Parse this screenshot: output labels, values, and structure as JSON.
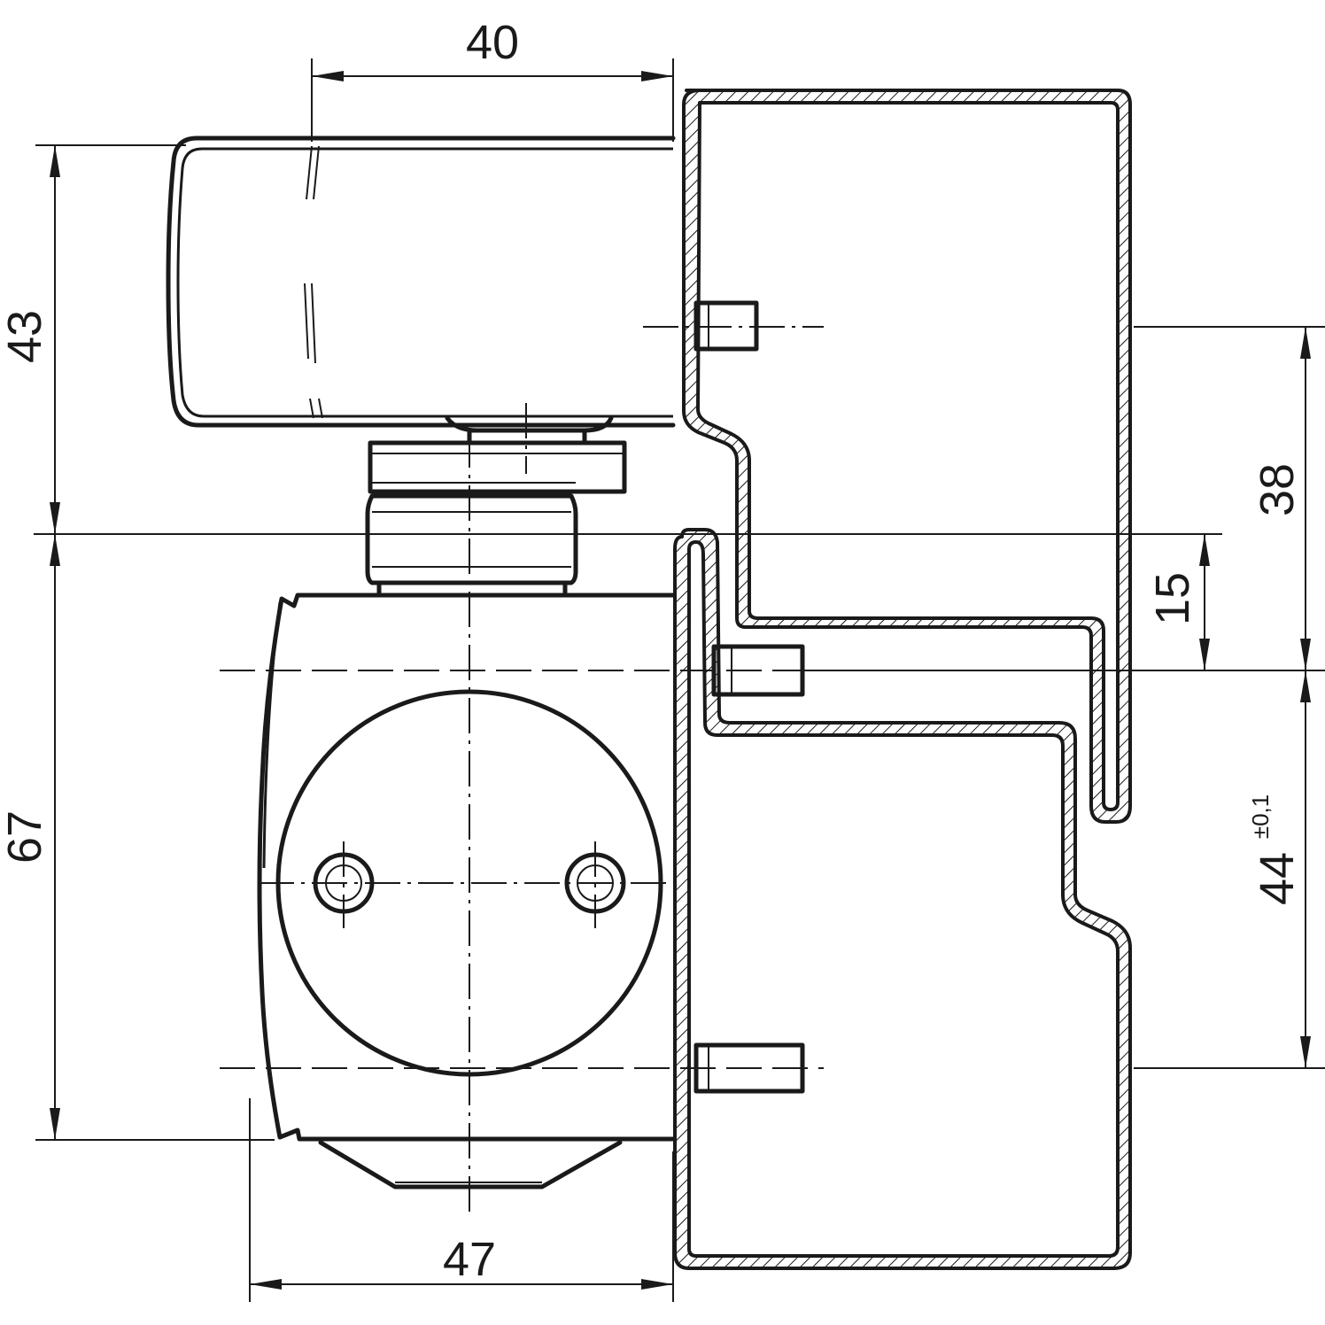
{
  "dimensions": {
    "top_width": "40",
    "left_upper_height": "43",
    "left_lower_height": "67",
    "bottom_width": "47",
    "right_upper": "38",
    "right_middle": "15",
    "right_lower": "44",
    "right_lower_tolerance": "±0,1"
  }
}
